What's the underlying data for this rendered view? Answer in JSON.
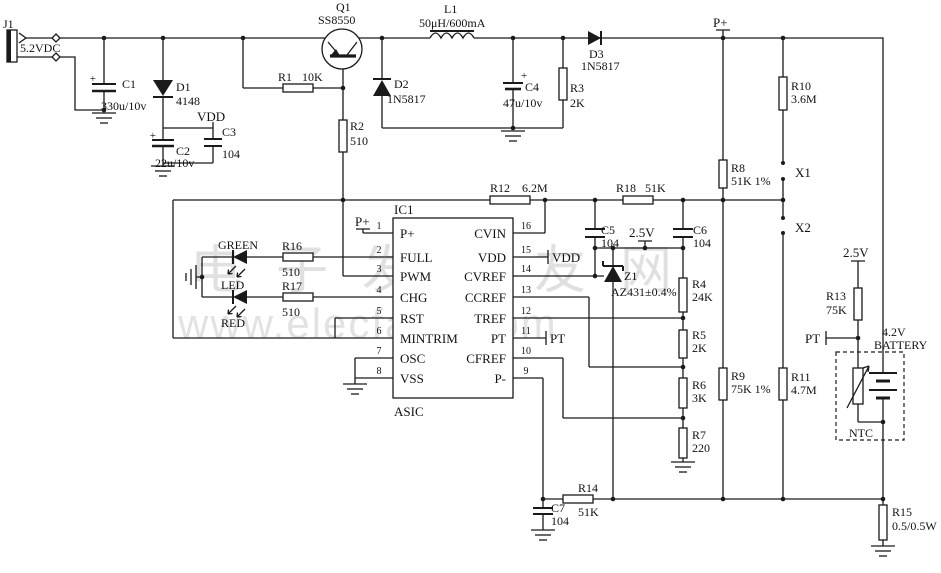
{
  "watermark": {
    "cn": "电子发烧友网",
    "www": "www.elecfans.com"
  },
  "plus": "+",
  "labels": {
    "j1": "J1",
    "vin": "5.2VDC",
    "c1": "C1",
    "c1v": "330u/10v",
    "d1": "D1",
    "d1v": "4148",
    "vdd_top": "VDD",
    "c2": "C2",
    "c2v": "22u/10v",
    "c3": "C3",
    "c3v": "104",
    "q1": "Q1",
    "q1v": "SS8550",
    "r1": "R1",
    "r1v": "10K",
    "r2": "R2",
    "r2v": "510",
    "d2": "D2",
    "d2v": "1N5817",
    "l1": "L1",
    "l1v": "50μH/600mA",
    "c4": "C4",
    "c4v": "47u/10v",
    "r3": "R3",
    "r3v": "2K",
    "d3": "D3",
    "d3v": "1N5817",
    "pp_top": "P+",
    "pp_pin": "P+",
    "r10": "R10",
    "r10v": "3.6M",
    "r8": "R8",
    "r8v": "51K 1%",
    "x1": "X1",
    "x2": "X2",
    "r12": "R12",
    "r12v": "6.2M",
    "r18": "R18",
    "r18v": "51K",
    "c5": "C5",
    "c5v": "104",
    "v25m": "2.5V",
    "c6": "C6",
    "c6v": "104",
    "z1": "Z1",
    "z1v": "AZ431±0.4%",
    "r4": "R4",
    "r4v": "24K",
    "r5": "R5",
    "r5v": "2K",
    "r6": "R6",
    "r6v": "3K",
    "r7": "R7",
    "r7v": "220",
    "r9": "R9",
    "r9v": "75K 1%",
    "r11": "R11",
    "r11v": "4.7M",
    "v25r": "2.5V",
    "r13": "R13",
    "r13v": "75K",
    "pt_r": "PT",
    "pt_pin": "PT",
    "vdd_pin": "VDD",
    "batt_v": "4.2V",
    "batt": "BATTERY",
    "ntc": "NTC",
    "r15": "R15",
    "r15v": "0.5/0.5W",
    "r14": "R14",
    "r14v": "51K",
    "c7": "C7",
    "c7v": "104",
    "green": "GREEN",
    "led": "LED",
    "red": "RED",
    "r16": "R16",
    "r16v": "510",
    "r17": "R17",
    "r17v": "510"
  },
  "ic": {
    "name": "IC1",
    "type": "ASIC",
    "left": [
      {
        "n": "1",
        "t": "P+"
      },
      {
        "n": "2",
        "t": "FULL"
      },
      {
        "n": "3",
        "t": "PWM"
      },
      {
        "n": "4",
        "t": "CHG"
      },
      {
        "n": "5",
        "t": "RST"
      },
      {
        "n": "6",
        "t": "MINTRIM"
      },
      {
        "n": "7",
        "t": "OSC"
      },
      {
        "n": "8",
        "t": "VSS"
      }
    ],
    "right": [
      {
        "n": "16",
        "t": "CVIN"
      },
      {
        "n": "15",
        "t": "VDD"
      },
      {
        "n": "14",
        "t": "CVREF"
      },
      {
        "n": "13",
        "t": "CCREF"
      },
      {
        "n": "12",
        "t": "TREF"
      },
      {
        "n": "11",
        "t": "PT"
      },
      {
        "n": "10",
        "t": "CFREF"
      },
      {
        "n": "9",
        "t": "P-"
      }
    ]
  }
}
